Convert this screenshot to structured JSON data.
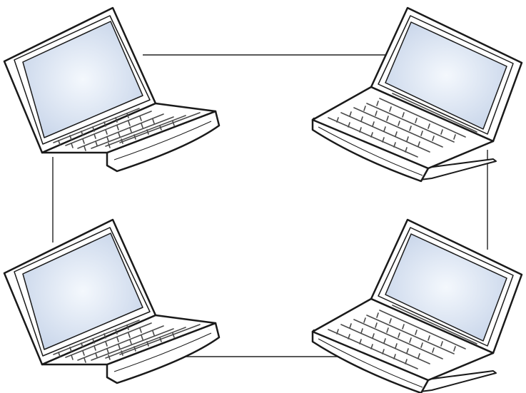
{
  "diagram": {
    "kind": "network-topology",
    "topology": "ring",
    "node_count": 4,
    "nodes": [
      {
        "id": "laptop-top-left",
        "icon": "laptop-icon"
      },
      {
        "id": "laptop-top-right",
        "icon": "laptop-icon"
      },
      {
        "id": "laptop-bottom-left",
        "icon": "laptop-icon"
      },
      {
        "id": "laptop-bottom-right",
        "icon": "laptop-icon"
      }
    ],
    "links": [
      {
        "from": "laptop-top-left",
        "to": "laptop-top-right"
      },
      {
        "from": "laptop-top-right",
        "to": "laptop-bottom-right"
      },
      {
        "from": "laptop-bottom-right",
        "to": "laptop-bottom-left"
      },
      {
        "from": "laptop-bottom-left",
        "to": "laptop-top-left"
      }
    ],
    "colors": {
      "outline": "#1a1a1a",
      "screen": "#c4d2e8",
      "screen_highlight": "#f4f8fd",
      "body": "#ffffff",
      "link": "#222222"
    }
  }
}
